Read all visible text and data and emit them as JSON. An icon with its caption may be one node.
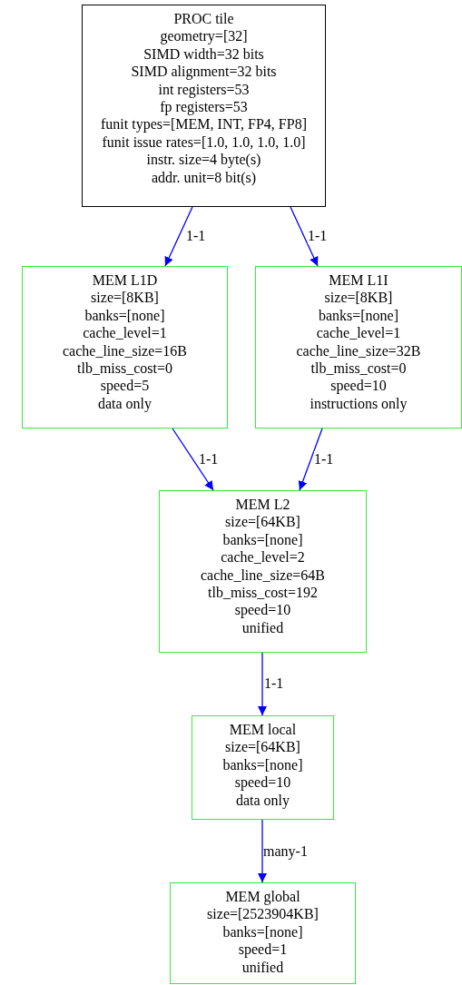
{
  "diagram": {
    "nodes": [
      {
        "text": [
          "PROC tile",
          "geometry=[32]",
          "SIMD width=32 bits",
          "SIMD alignment=32 bits",
          "int registers=53",
          "fp registers=53",
          "funit types=[MEM, INT, FP4, FP8]",
          "funit issue rates=[1.0, 1.0, 1.0, 1.0]",
          "instr. size=4 byte(s)",
          "addr. unit=8 bit(s)"
        ]
      },
      {
        "text": [
          "MEM L1D",
          "size=[8KB]",
          "banks=[none]",
          "cache_level=1",
          "cache_line_size=16B",
          "tlb_miss_cost=0",
          "speed=5",
          "data only"
        ]
      },
      {
        "text": [
          "MEM L1I",
          "size=[8KB]",
          "banks=[none]",
          "cache_level=1",
          "cache_line_size=32B",
          "tlb_miss_cost=0",
          "speed=10",
          "instructions only"
        ]
      },
      {
        "text": [
          "MEM L2",
          "size=[64KB]",
          "banks=[none]",
          "cache_level=2",
          "cache_line_size=64B",
          "tlb_miss_cost=192",
          "speed=10",
          "unified"
        ]
      },
      {
        "text": [
          "MEM local",
          "size=[64KB]",
          "banks=[none]",
          "speed=10",
          "data only"
        ]
      },
      {
        "text": [
          "MEM global",
          "size=[2523904KB]",
          "banks=[none]",
          "speed=1",
          "unified"
        ]
      }
    ],
    "edges": [
      {
        "from": 0,
        "to": 1,
        "arrow": "to",
        "label": "1-1"
      },
      {
        "from": 0,
        "to": 2,
        "arrow": "to",
        "label": "1-1"
      },
      {
        "from": 1,
        "to": 3,
        "arrow": "to",
        "label": "1-1"
      },
      {
        "from": 2,
        "to": 3,
        "arrow": "to",
        "label": "1-1"
      },
      {
        "from": 3,
        "to": 4,
        "arrow": "to",
        "label": "1-1"
      },
      {
        "from": 4,
        "to": 5,
        "arrow": "to",
        "label": "many-1"
      }
    ]
  }
}
